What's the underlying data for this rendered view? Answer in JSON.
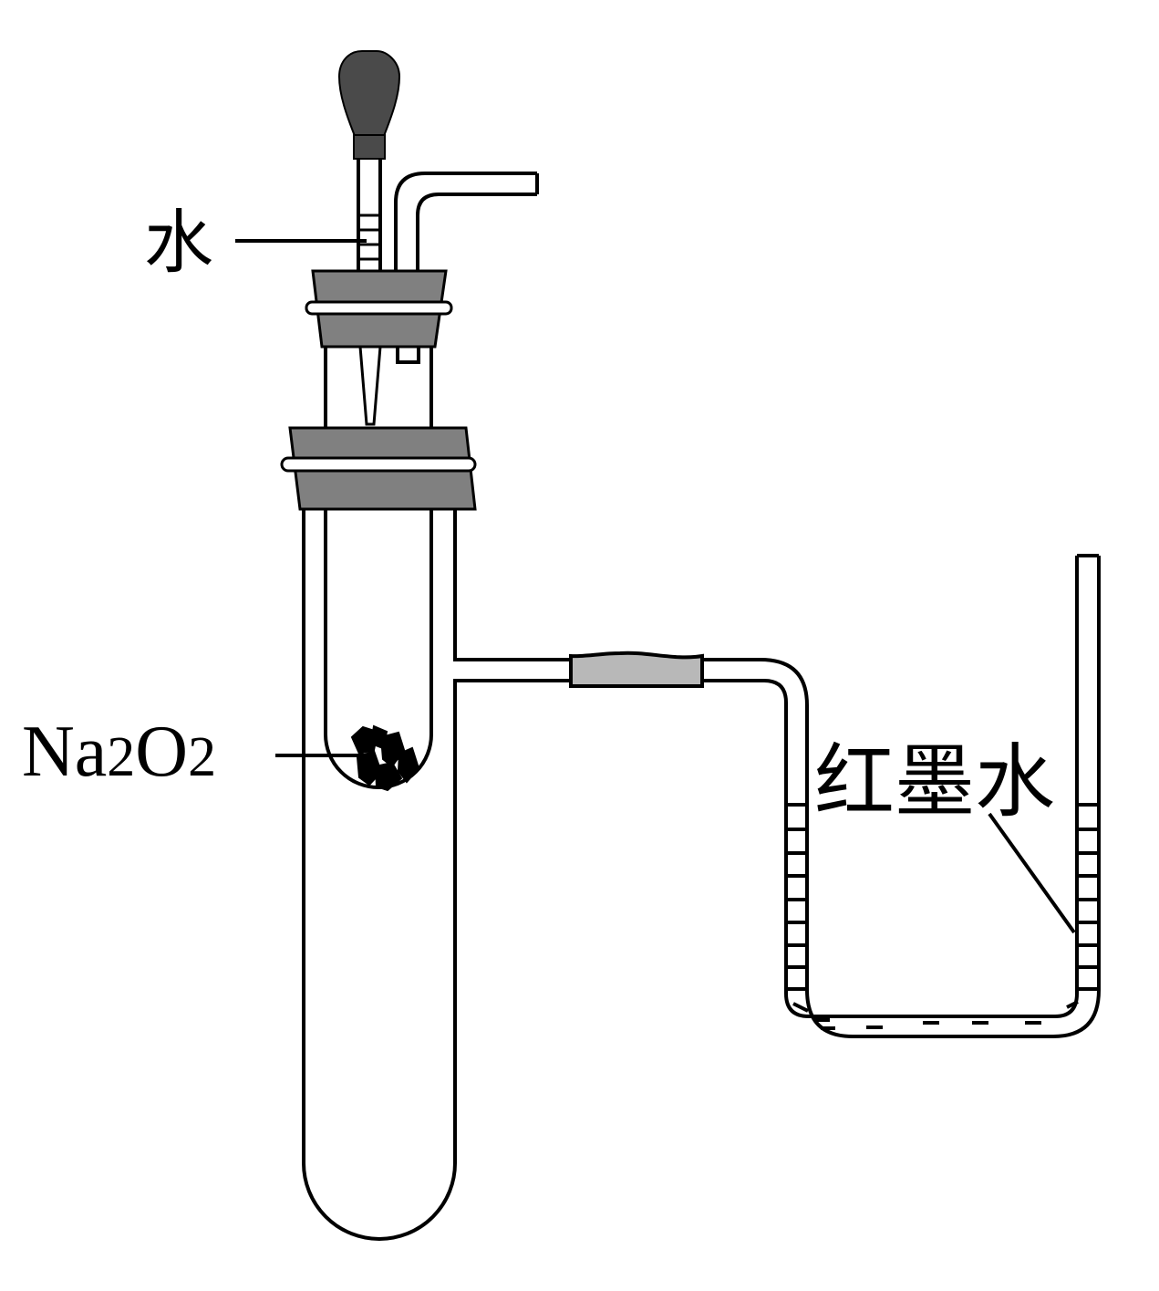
{
  "labels": {
    "water": "水",
    "red_ink": "红墨水",
    "compound": {
      "symbol1": "Na",
      "count1": "2",
      "symbol2": "O",
      "count2": "2"
    }
  },
  "colors": {
    "stroke": "#000000",
    "stopper": "#808080",
    "bulb": "#4a4a4a",
    "tubing": "#b8b8b8",
    "background": "#ffffff"
  }
}
